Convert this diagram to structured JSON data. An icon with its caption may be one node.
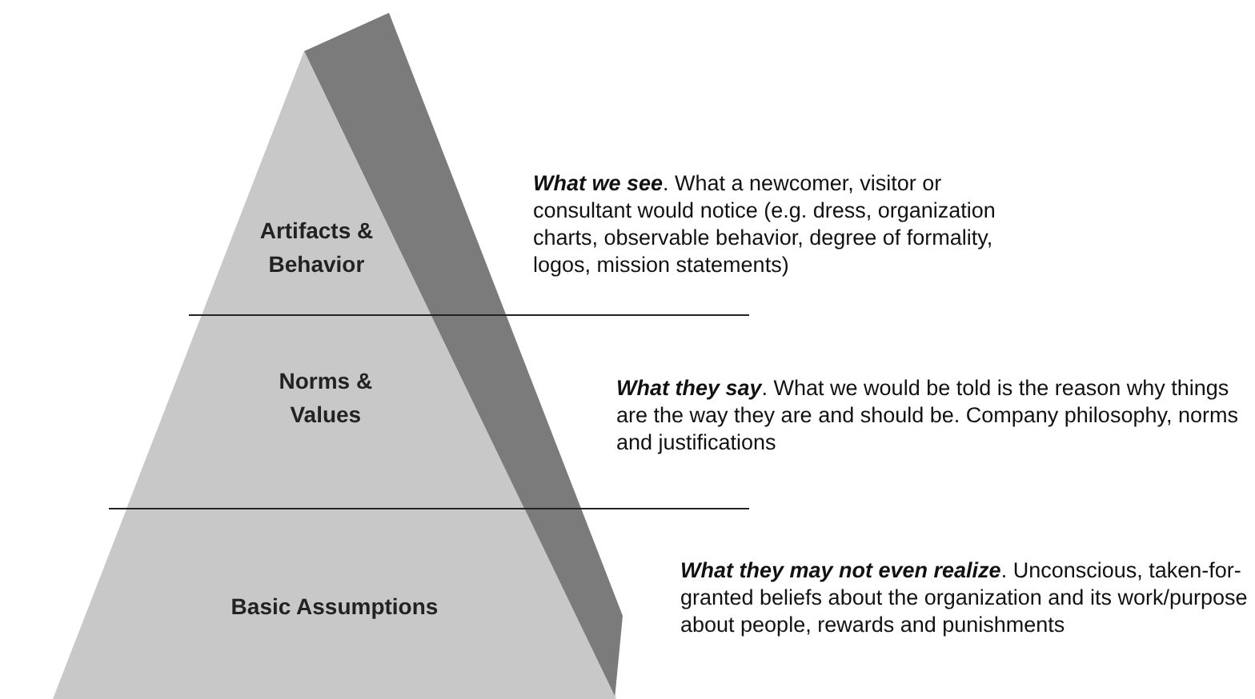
{
  "diagram": {
    "nodes": [
      {
        "text": [
          "Artifacts & Behavior"
        ]
      },
      {
        "text": [
          "Norms & Values"
        ]
      },
      {
        "text": [
          "Basic Assumptions"
        ]
      }
    ],
    "labels": [
      "**What we see**.  What a newcomer, visitor or consultant would notice (e.g. dress, organization charts, observable behavior, degree of formality, logos, mission statements)",
      "**What they say**.  What we would be told is the reason why things are the way they are and should be. Company philosophy, norms and justifications",
      "**What they may not even realize**.  Unconscious, taken-for-granted beliefs about the organization and its work/purpose about people, rewards and punishments"
    ]
  }
}
